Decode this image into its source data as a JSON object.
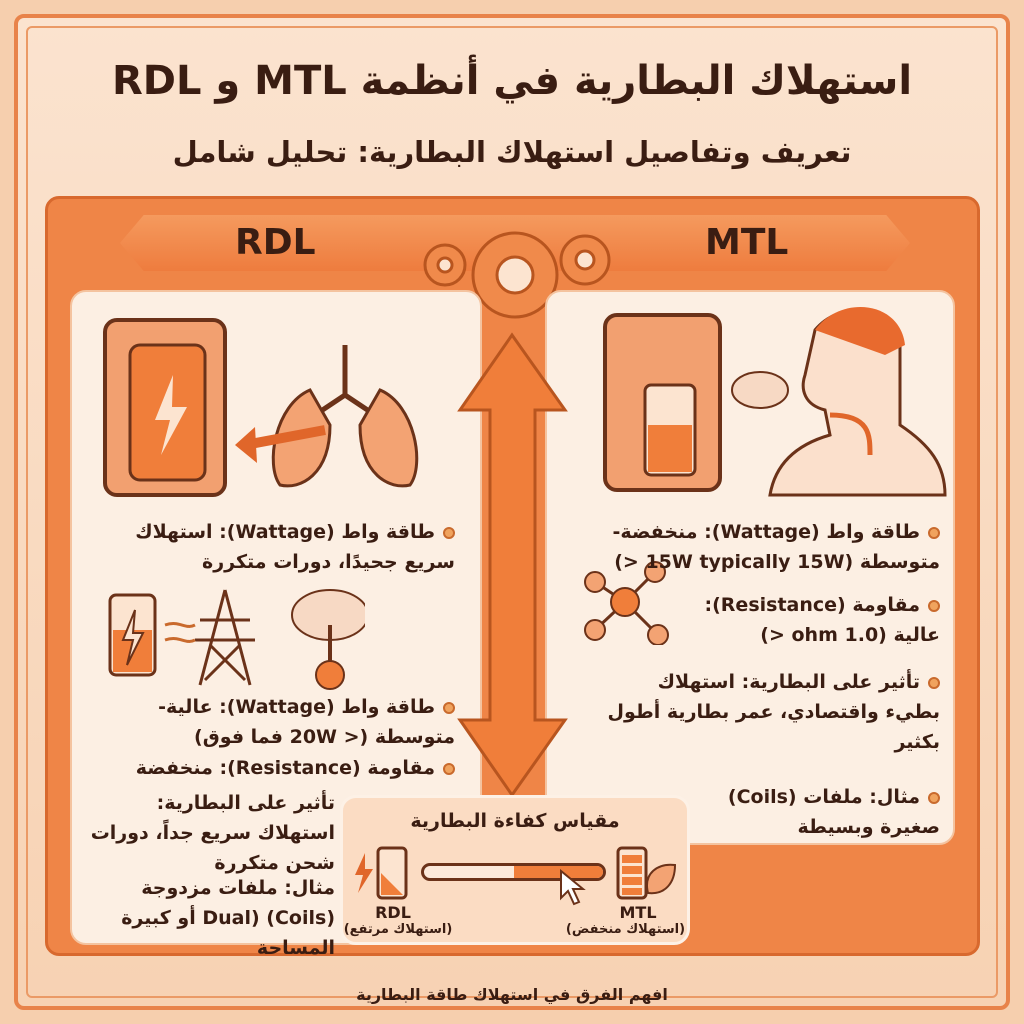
{
  "title": "استهلاك البطارية في أنظمة MTL و RDL",
  "subtitle": "تعريف وتفاصيل استهلاك البطارية: تحليل شامل",
  "colors": {
    "accent": "#ef8547",
    "background": "#f6cfae",
    "text": "#3a1d12",
    "card": "#fcefe3"
  },
  "banner": {
    "left_label": "RDL",
    "right_label": "MTL"
  },
  "icons": [
    "gear-icon",
    "double-arrow-icon",
    "vape-battery-icon",
    "lungs-icon",
    "person-exhale-icon",
    "battery-icon",
    "power-tower-icon",
    "hookah-cloud-icon",
    "molecule-icon",
    "leaf-icon",
    "cursor-icon"
  ],
  "rdl": {
    "items": [
      {
        "text": "طاقة واط (Wattage): استهلاك سريع جحيدًا، دورات متكررة",
        "bullet": true
      },
      {
        "text": "طاقة واط (Wattage): عالية-متوسطة (< 20W فما فوق)",
        "bullet": true
      },
      {
        "text": "مقاومة (Resistance): منخفضة",
        "bullet": true
      },
      {
        "text": "تأثير على البطارية: استهلاك سريع جداً، دورات شحن متكررة",
        "bullet": false
      },
      {
        "text": "مثال: ملفات مزدوجة (Coils) (Dual أو كبيرة المساحة",
        "bullet": false
      }
    ]
  },
  "mtl": {
    "items": [
      {
        "text": "طاقة واط (Wattage): منخفضة-متوسطة (15W typically 15W <)",
        "bullet": true
      },
      {
        "text": "مقاومة (Resistance): عالية (1.0 ohm <)",
        "bullet": true
      },
      {
        "text": "تأثير على البطارية: استهلاك بطيء واقتصادي، عمر بطارية أطول بكثير",
        "bullet": true
      },
      {
        "text": "مثال: ملفات (Coils) صغيرة وبسيطة",
        "bullet": true
      }
    ]
  },
  "meter": {
    "title": "مقياس كفاءة البطارية",
    "left_label": "RDL",
    "left_sub": "(استهلاك مرتفع)",
    "right_label": "MTL",
    "right_sub": "(استهلاك منخفض)",
    "level": 0.5
  },
  "footer": "افهم الفرق في استهلاك طاقة البطارية"
}
